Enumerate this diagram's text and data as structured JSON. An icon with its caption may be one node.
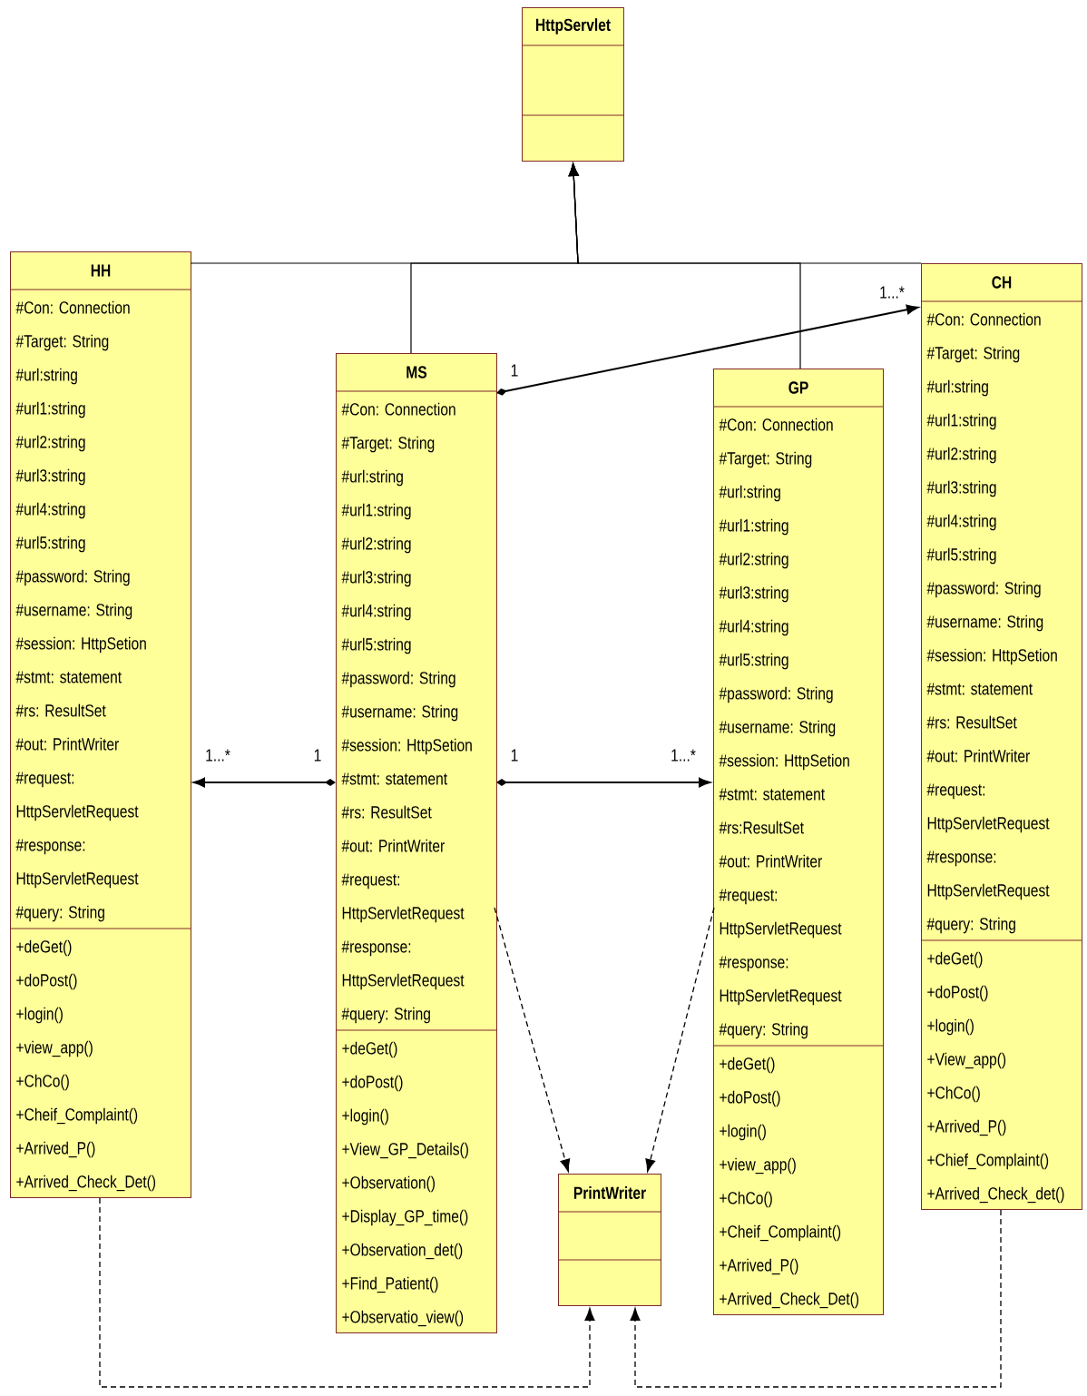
{
  "diagram": {
    "nodes": [
      {
        "text": [
          "HttpServlet"
        ]
      },
      {
        "text": [
          "HH",
          "#Con: Connection",
          "#Target: String",
          "#url:string",
          "#url1:string",
          "#url2:string",
          "#url3:string",
          "#url4:string",
          "#url5:string",
          "#password: String",
          "#username: String",
          "#session: HttpSetion",
          "#stmt: statement",
          "#rs: ResultSet",
          "#out: PrintWriter",
          "#request: HttpServletRequest",
          "#response: HttpServletRequest",
          "#query: String",
          "+deGet()",
          "+doPost()",
          "+login()",
          "+view_app()",
          "+ChCo()",
          "+Cheif_Complaint()",
          "+Arrived_P()",
          "+Arrived_Check_Det()"
        ]
      },
      {
        "text": [
          "MS",
          "#Con: Connection",
          "#Target: String",
          "#url:string",
          "#url1:string",
          "#url2:string",
          "#url3:string",
          "#url4:string",
          "#url5:string",
          "#password: String",
          "#username: String",
          "#session: HttpSetion",
          "#stmt: statement",
          "#rs: ResultSet",
          "#out: PrintWriter",
          "#request: HttpServletRequest",
          "#response: HttpServletRequest",
          "#query: String",
          "+deGet()",
          "+doPost()",
          "+login()",
          "+View_GP_Details()",
          "+Observation()",
          "+Display_GP_time()",
          "+Observation_det()",
          "+Find_Patient()",
          "+Observatio_view()"
        ]
      },
      {
        "text": [
          "GP",
          "#Con: Connection",
          "#Target: String",
          "#url:string",
          "#url1:string",
          "#url2:string",
          "#url3:string",
          "#url4:string",
          "#url5:string",
          "#password: String",
          "#username: String",
          "#session: HttpSetion",
          "#stmt: statement",
          "#rs:ResultSet",
          "#out: PrintWriter",
          "#request: HttpServletRequest",
          "#response: HttpServletRequest",
          "#query: String",
          "+deGet()",
          "+doPost()",
          "+login()",
          "+view_app()",
          "+ChCo()",
          "+Cheif_Complaint()",
          "+Arrived_P()",
          "+Arrived_Check_Det()"
        ]
      },
      {
        "text": [
          "CH",
          "#Con: Connection",
          "#Target: String",
          "#url:string",
          "#url1:string",
          "#url2:string",
          "#url3:string",
          "#url4:string",
          "#url5:string",
          "#password: String",
          "#username: String",
          "#session: HttpSetion",
          "#stmt: statement",
          "#rs: ResultSet",
          "#out: PrintWriter",
          "#request: HttpServletRequest",
          "#response: HttpServletRequest",
          "#query: String",
          "+deGet()",
          "+doPost()",
          "+login()",
          "+View_app()",
          "+ChCo()",
          "+Arrived_P()",
          "+Chief_Complaint()",
          "+Arrived_Check_det()"
        ]
      },
      {
        "text": [
          "PrintWriter"
        ]
      }
    ],
    "edges": [
      {
        "from": 1,
        "to": 0,
        "arrow": "to"
      },
      {
        "from": 2,
        "to": 0,
        "arrow": "to"
      },
      {
        "from": 3,
        "to": 0,
        "arrow": "to"
      },
      {
        "from": 4,
        "to": 0,
        "arrow": "to"
      },
      {
        "from": 2,
        "to": 4,
        "arrow": "to"
      },
      {
        "from": 2,
        "to": 1,
        "arrow": "to"
      },
      {
        "from": 2,
        "to": 3,
        "arrow": "to"
      },
      {
        "from": 1,
        "to": 5,
        "arrow": "to",
        "style": "dashed"
      },
      {
        "from": 2,
        "to": 5,
        "arrow": "to",
        "style": "dashed"
      },
      {
        "from": 3,
        "to": 5,
        "arrow": "to",
        "style": "dashed"
      },
      {
        "from": 4,
        "to": 5,
        "arrow": "to",
        "style": "dashed"
      }
    ],
    "labels": [
      "1...*",
      "1",
      "1...*",
      "1",
      "1",
      "1...*"
    ]
  }
}
